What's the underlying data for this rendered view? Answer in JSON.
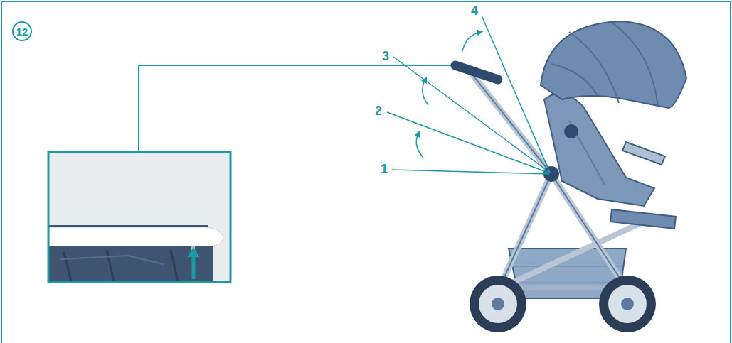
{
  "diagram": {
    "nodes": [
      {
        "text": [
          "12"
        ]
      }
    ],
    "labels": [
      "4",
      "3",
      "2",
      "1"
    ]
  }
}
